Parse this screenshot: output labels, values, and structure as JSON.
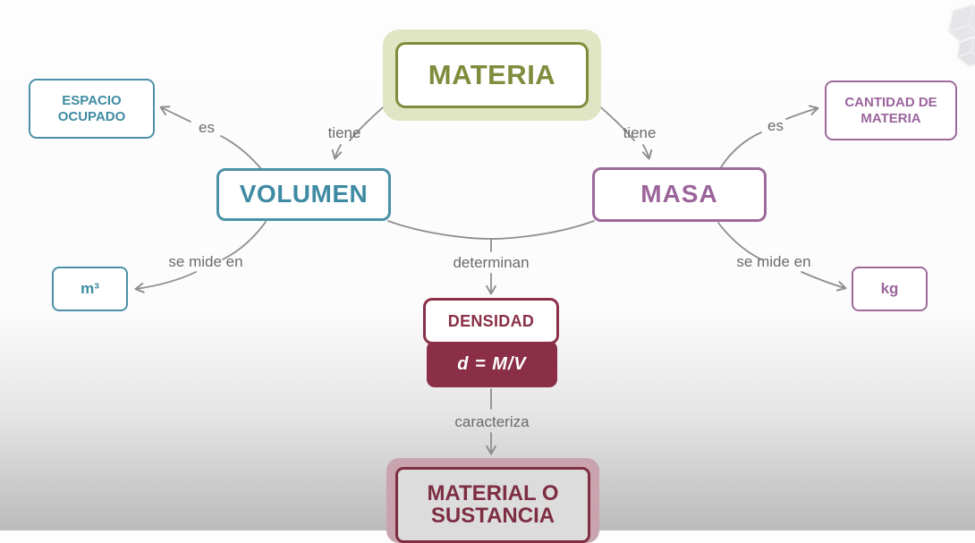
{
  "diagram": {
    "title_node": "MATERIA",
    "nodes": {
      "materia": {
        "label": "MATERIA"
      },
      "espacio": {
        "label": "ESPACIO\nOCUPADO"
      },
      "volumen": {
        "label": "VOLUMEN"
      },
      "masa": {
        "label": "MASA"
      },
      "cantidad": {
        "label": "CANTIDAD DE\nMATERIA"
      },
      "m3": {
        "label": "m³"
      },
      "kg": {
        "label": "kg"
      },
      "densidad": {
        "label": "DENSIDAD",
        "formula": "d = M/V"
      },
      "material": {
        "label": "MATERIAL O\nSUSTANCIA"
      }
    },
    "edges": [
      {
        "from": "MATERIA",
        "to": "VOLUMEN",
        "label": "tiene"
      },
      {
        "from": "MATERIA",
        "to": "MASA",
        "label": "tiene"
      },
      {
        "from": "VOLUMEN",
        "to": "ESPACIO OCUPADO",
        "label": "es"
      },
      {
        "from": "MASA",
        "to": "CANTIDAD DE MATERIA",
        "label": "es"
      },
      {
        "from": "VOLUMEN",
        "to": "m³",
        "label": "se mide en"
      },
      {
        "from": "MASA",
        "to": "kg",
        "label": "se mide en"
      },
      {
        "from": "VOLUMEN + MASA",
        "to": "DENSIDAD",
        "label": "determinan"
      },
      {
        "from": "DENSIDAD",
        "to": "MATERIAL O SUSTANCIA",
        "label": "caracteriza"
      }
    ],
    "colors": {
      "materia_olive": "#7e8c3c",
      "materia_halo": "#e0e6c4",
      "volume_teal": "#4a90a6",
      "mass_purple": "#9c6b9a",
      "density_maroon": "#8a2f47",
      "material_halo_pink": "#c9a4af",
      "connector_gray": "#8e8e8e",
      "edge_label_gray": "#6b6b6b",
      "background_bottom_gray": "#bbbbbb"
    },
    "watermark": {
      "icon": "cubes-logo"
    }
  }
}
